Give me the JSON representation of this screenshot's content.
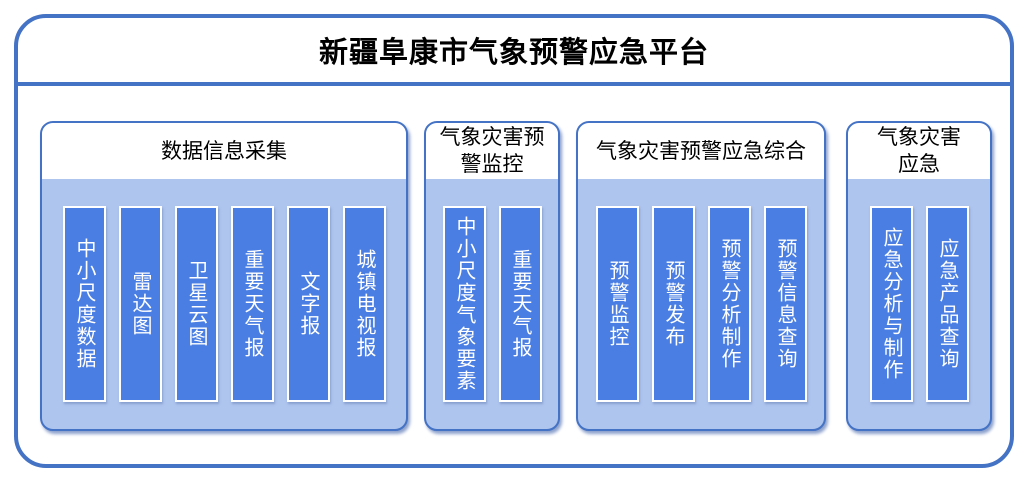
{
  "title": "新疆阜康市气象预警应急平台",
  "groups": [
    {
      "header": "数据信息采集",
      "items": [
        "中小尺度数据",
        "雷达图",
        "卫星云图",
        "重要天气报",
        "文字报",
        "城镇电视报"
      ]
    },
    {
      "header": "气象灾害预\n警监控",
      "items": [
        "中小尺度气象要素",
        "重要天气报"
      ]
    },
    {
      "header": "气象灾害预警应急综合",
      "items": [
        "预警监控",
        "预警发布",
        "预警分析制作",
        "预警信息查询"
      ]
    },
    {
      "header": "气象灾害\n应急",
      "items": [
        "应急分析与制作",
        "应急产品查询"
      ]
    }
  ],
  "colors": {
    "frame_border": "#4472C4",
    "group_body_fill": "#AEC5EE",
    "item_fill": "#4A7EE2",
    "item_border": "#FFFFFF",
    "shadow": "#8BA0CC",
    "title_text": "#000000"
  }
}
